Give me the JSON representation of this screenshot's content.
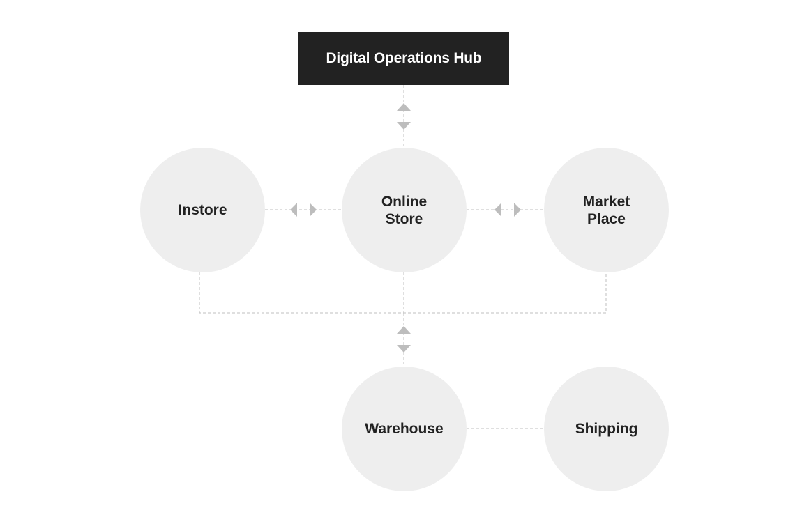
{
  "hub": {
    "label": "Digital Operations Hub"
  },
  "nodes": {
    "instore": {
      "lines": [
        "Instore"
      ]
    },
    "online_store": {
      "lines": [
        "Online",
        "Store"
      ]
    },
    "market_place": {
      "lines": [
        "Market",
        "Place"
      ]
    },
    "warehouse": {
      "lines": [
        "Warehouse"
      ]
    },
    "shipping": {
      "lines": [
        "Shipping"
      ]
    }
  },
  "colors": {
    "hub_background": "#222222",
    "hub_text": "#ffffff",
    "node_fill": "#eeeeee",
    "node_text": "#222222",
    "connector": "#bfbfbf",
    "arrow": "#bdbdbd"
  },
  "connections": [
    {
      "from": "hub",
      "to": "online_store",
      "style": "dashed",
      "arrows": "bidirectional"
    },
    {
      "from": "instore",
      "to": "online_store",
      "style": "dashed",
      "arrows": "bidirectional"
    },
    {
      "from": "online_store",
      "to": "market_place",
      "style": "dashed",
      "arrows": "bidirectional"
    },
    {
      "from": "instore",
      "to": "warehouse",
      "style": "dashed",
      "arrows": "bidirectional"
    },
    {
      "from": "online_store",
      "to": "warehouse",
      "style": "dashed",
      "arrows": "bidirectional"
    },
    {
      "from": "market_place",
      "to": "warehouse",
      "style": "dashed",
      "arrows": "bidirectional"
    },
    {
      "from": "warehouse",
      "to": "shipping",
      "style": "dashed",
      "arrows": "none"
    }
  ]
}
